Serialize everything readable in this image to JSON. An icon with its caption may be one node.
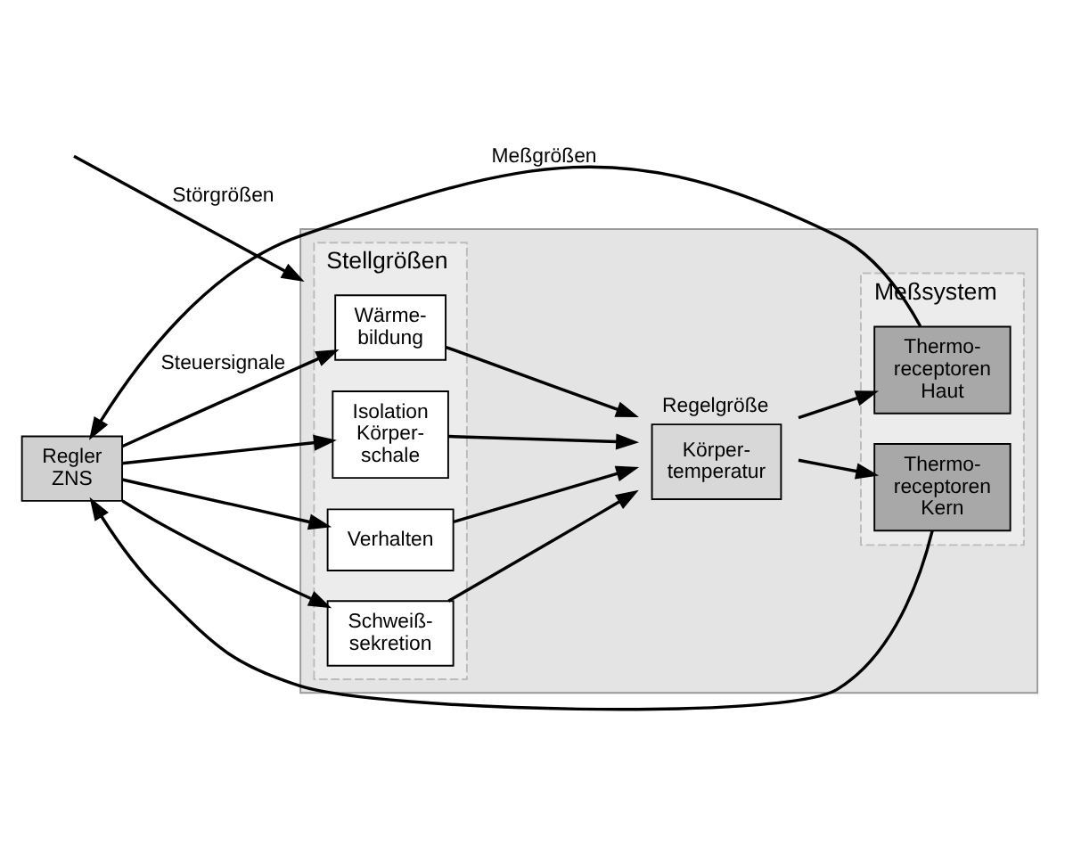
{
  "diagram": {
    "nodes": [
      {
        "text": [
          "Regler ZNS"
        ]
      },
      {
        "text": [],
        "shape": "box"
      },
      {
        "text": [
          "Stellgrößen"
        ],
        "in": 1
      },
      {
        "text": [
          "Wärme- bildung"
        ],
        "in": 2
      },
      {
        "text": [
          "Isolation Körper- schale"
        ],
        "in": 2
      },
      {
        "text": [
          "Schweiß- sekretion"
        ],
        "in": 2
      },
      {
        "text": [
          "Verhalten"
        ],
        "in": 2
      },
      {
        "text": [
          "Körper- temperatur"
        ],
        "in": 1,
        "beside": [
          "Regelgröße"
        ]
      },
      {
        "text": [
          "Meßsystem"
        ],
        "in": 1
      },
      {
        "text": [
          "Thermo- receptoren Haut"
        ],
        "in": 8
      },
      {
        "text": [
          "Thermo- receptoren Kern"
        ],
        "in": 8
      }
    ],
    "edges": [
      {
        "from": 0,
        "to": 3,
        "arrow": "to",
        "label": "Steuersignale"
      },
      {
        "from": 0,
        "to": 4,
        "arrow": "to"
      },
      {
        "from": 0,
        "to": 5,
        "arrow": "to"
      },
      {
        "from": 0,
        "to": 6,
        "arrow": "to"
      },
      {
        "from": 3,
        "to": 7,
        "arrow": "to"
      },
      {
        "from": 4,
        "to": 7,
        "arrow": "to"
      },
      {
        "from": 5,
        "to": 7,
        "arrow": "to"
      },
      {
        "from": 6,
        "to": 7,
        "arrow": "to"
      },
      {
        "from": 7,
        "to": 9,
        "arrow": "to"
      },
      {
        "from": 7,
        "to": 10,
        "arrow": "to"
      },
      {
        "from": 9,
        "to": 0,
        "arrow": "to",
        "label": "Meßgrößen"
      },
      {
        "from": 10,
        "to": 0,
        "arrow": "to"
      },
      {
        "from": null,
        "to": 1,
        "arrow": "to",
        "label": "Störgrößen"
      }
    ]
  }
}
